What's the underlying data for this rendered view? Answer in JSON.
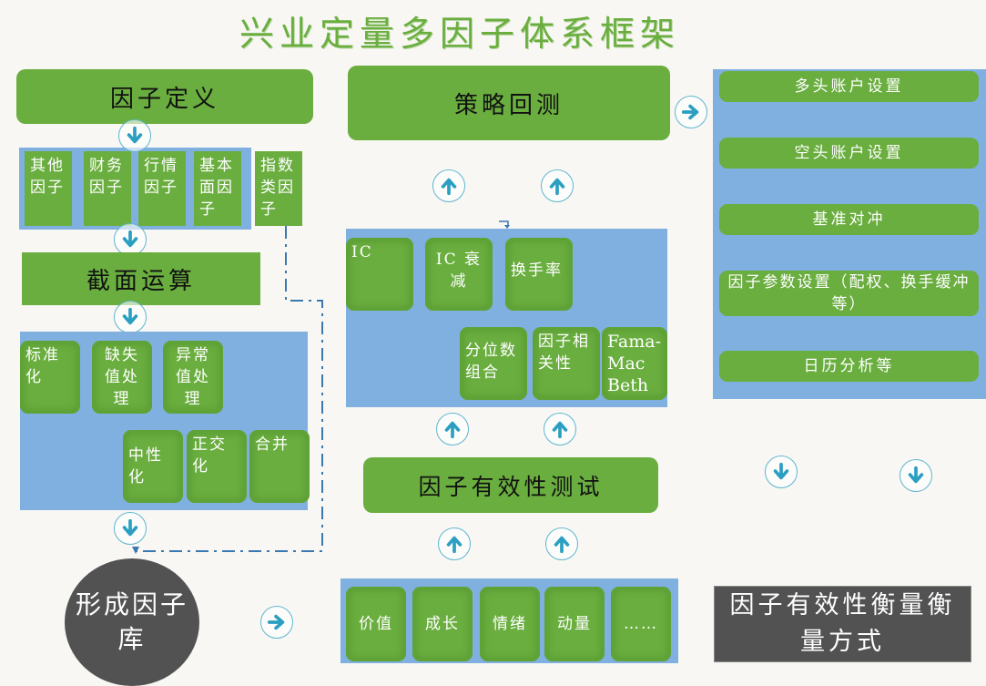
{
  "title": "兴业定量多因子体系框架",
  "factor_definition": {
    "header": "因子定义",
    "categories": [
      "其他因子",
      "财务因子",
      "行情因子",
      "基本面因子"
    ],
    "index_factor": "指数类因子"
  },
  "cross_section": {
    "header": "截面运算",
    "steps_row1": [
      "标准化",
      "缺失值处理",
      "异常值处理"
    ],
    "steps_row2": [
      "中性化",
      "正交化",
      "合并"
    ]
  },
  "factor_library": "形成因子库",
  "strategy_backtest": {
    "header": "策略回测"
  },
  "effectiveness": {
    "metrics_row1": [
      "IC",
      "IC 衰减",
      "换手率"
    ],
    "metrics_row2": [
      "分位数组合",
      "因子相关性",
      "Fama-Mac Beth"
    ],
    "header": "因子有效性测试",
    "factor_types": [
      "价值",
      "成长",
      "情绪",
      "动量",
      "……"
    ]
  },
  "backtest_settings": {
    "items": [
      "多头账户设置",
      "空头账户设置",
      "基准对冲",
      "因子参数设置（配权、换手缓冲等）",
      "日历分析等"
    ]
  },
  "measurement_method": "因子有效性衡量衡量方式",
  "icons": {
    "arrow_color": "#2a9fc2",
    "arrow_down": "arrow-down-circle-icon",
    "arrow_up": "arrow-up-circle-icon",
    "arrow_right": "arrow-right-circle-icon"
  },
  "colors": {
    "green": "#6aae3f",
    "blue_panel": "#7fb0e0",
    "dark": "#525252",
    "title": "#6aae3f",
    "background": "#f8f7f3"
  }
}
